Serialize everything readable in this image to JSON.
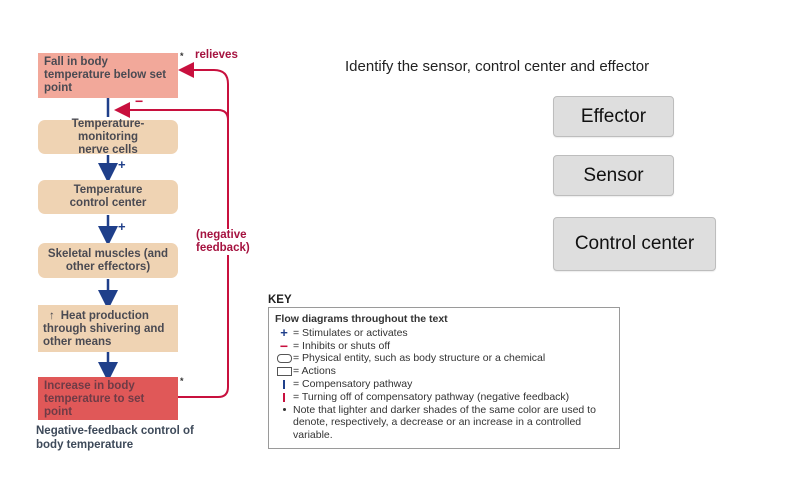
{
  "question": {
    "prompt": "Identify the sensor, control center and effector"
  },
  "answer_options": [
    {
      "label": "Effector"
    },
    {
      "label": "Sensor"
    },
    {
      "label": "Control center"
    }
  ],
  "diagram": {
    "boxes": {
      "stimulus": "Fall in body temperature below set point",
      "sensor": "Temperature-monitoring nerve cells",
      "control_center": "Temperature control center",
      "effector": "Skeletal muscles (and other effectors)",
      "response": "Heat production through shivering and other means",
      "response_arrow": "↑",
      "result": "Increase in body temperature to set point"
    },
    "labels": {
      "relieves": "relieves",
      "negative_feedback_line1": "(negative",
      "negative_feedback_line2": "feedback)",
      "minus": "−",
      "plus": "+",
      "asterisk": "*"
    },
    "caption_line1": "Negative-feedback control of",
    "caption_line2": "body temperature",
    "colors": {
      "pathway_blue": "#1f3f8a",
      "feedback_red": "#c8103e",
      "entity_tan": "#efd3b3",
      "light_red": "#f2a89a",
      "dark_red": "#e05858"
    }
  },
  "key": {
    "title": "KEY",
    "heading": "Flow diagrams throughout the text",
    "items": [
      {
        "symbol": "plus",
        "text": "= Stimulates or activates"
      },
      {
        "symbol": "minus",
        "text": "= Inhibits or shuts off"
      },
      {
        "symbol": "rounded-box",
        "text": "= Physical entity, such as body structure or a chemical"
      },
      {
        "symbol": "rect-box",
        "text": "= Actions"
      },
      {
        "symbol": "blue-line",
        "text": "= Compensatory pathway"
      },
      {
        "symbol": "red-line",
        "text": "= Turning off of compensatory pathway (negative feedback)"
      },
      {
        "symbol": "dot",
        "text": "Note that lighter and darker shades of the same color are used to denote, respectively, a decrease or an increase in a controlled variable."
      }
    ]
  }
}
